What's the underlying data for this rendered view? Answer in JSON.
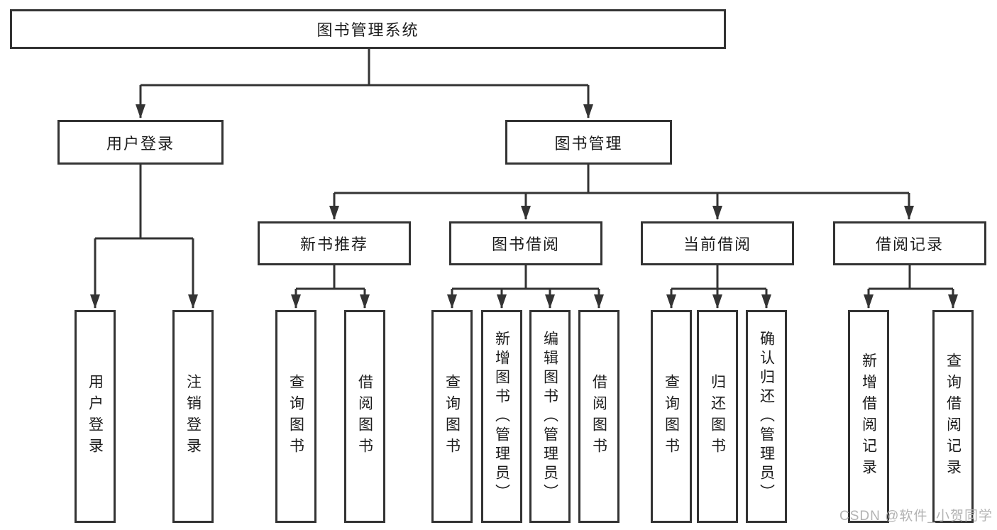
{
  "diagram": {
    "title_node": {
      "label": "图书管理系统"
    },
    "level2": [
      {
        "label": "用户登录"
      },
      {
        "label": "图书管理"
      }
    ],
    "level3": [
      {
        "label": "新书推荐",
        "parent": "图书管理"
      },
      {
        "label": "图书借阅",
        "parent": "图书管理"
      },
      {
        "label": "当前借阅",
        "parent": "图书管理"
      },
      {
        "label": "借阅记录",
        "parent": "图书管理"
      }
    ],
    "leaves": [
      {
        "label": "用户登录",
        "parent": "用户登录"
      },
      {
        "label": "注销登录",
        "parent": "用户登录"
      },
      {
        "label": "查询图书",
        "parent": "新书推荐"
      },
      {
        "label": "借阅图书",
        "parent": "新书推荐"
      },
      {
        "label": "查询图书",
        "parent": "图书借阅"
      },
      {
        "label": "新增图书（管理员）",
        "parent": "图书借阅"
      },
      {
        "label": "编辑图书（管理员）",
        "parent": "图书借阅"
      },
      {
        "label": "借阅图书",
        "parent": "图书借阅"
      },
      {
        "label": "查询图书",
        "parent": "当前借阅"
      },
      {
        "label": "归还图书",
        "parent": "当前借阅"
      },
      {
        "label": "确认归还（管理员）",
        "parent": "当前借阅"
      },
      {
        "label": "新增借阅记录",
        "parent": "借阅记录"
      },
      {
        "label": "查询借阅记录",
        "parent": "借阅记录"
      }
    ],
    "watermark": "CSDN @软件_小贺同学",
    "colors": {
      "line": "#333333",
      "text": "#1c1c1c",
      "background": "#ffffff",
      "watermark": "#b3b3b3"
    }
  }
}
